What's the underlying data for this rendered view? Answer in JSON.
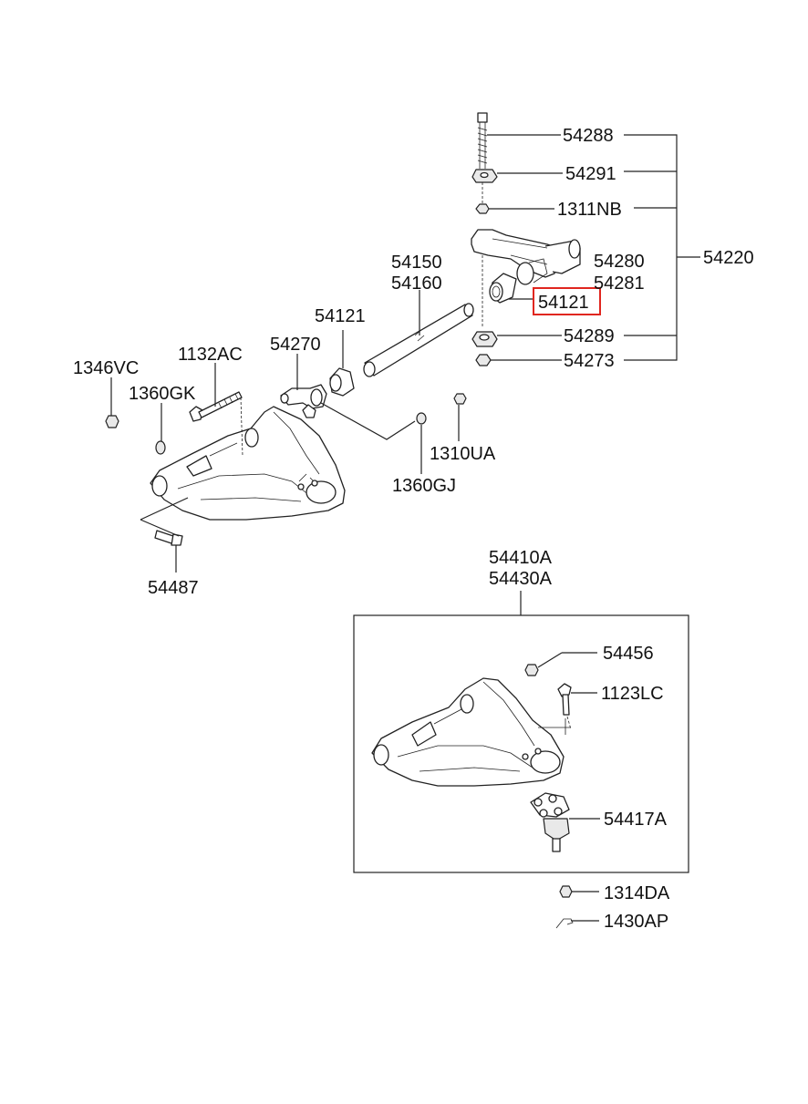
{
  "diagram": {
    "labels": {
      "p54288": "54288",
      "p54291": "54291",
      "p1311nb": "1311NB",
      "p54280": "54280",
      "p54281": "54281",
      "p54220": "54220",
      "p54121_highlighted": "54121",
      "p54289": "54289",
      "p54273": "54273",
      "p54150": "54150",
      "p54160": "54160",
      "p54121": "54121",
      "p54270": "54270",
      "p1132ac": "1132AC",
      "p1346vc": "1346VC",
      "p1360gk": "1360GK",
      "p1310ua": "1310UA",
      "p1360gj": "1360GJ",
      "p54487": "54487",
      "p54410a": "54410A",
      "p54430a": "54430A",
      "p54456": "54456",
      "p1123lc": "1123LC",
      "p54417a": "54417A",
      "p1314da": "1314DA",
      "p1430ap": "1430AP"
    },
    "highlight_color": "#e0261f"
  }
}
